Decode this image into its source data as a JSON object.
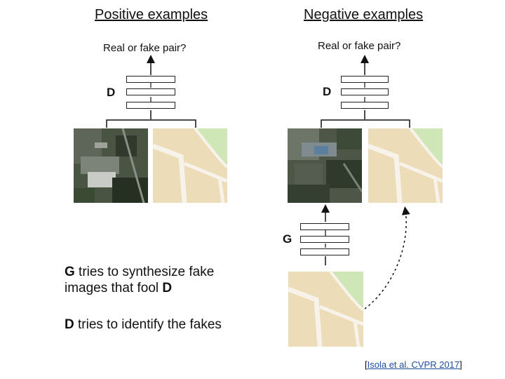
{
  "positive": {
    "heading": "Positive examples",
    "question": "Real or fake pair?",
    "d_label": "D"
  },
  "negative": {
    "heading": "Negative examples",
    "question": "Real or fake pair?",
    "d_label": "D",
    "g_label": "G"
  },
  "caption": {
    "line1_prefix": "G",
    "line1_text": " tries to synthesize fake",
    "line2_text": "images that fool ",
    "line2_suffix": "D",
    "line3_prefix": "D",
    "line3_text": " tries to identify the fakes"
  },
  "citation": {
    "open": "[",
    "link": "Isola et al. CVPR 2017",
    "close": "]"
  },
  "colors": {
    "map_bg": "#ecdcb8",
    "map_road": "#f7f3ea",
    "map_park": "#cfe6b6",
    "aerial_dark": "#3c4639"
  }
}
